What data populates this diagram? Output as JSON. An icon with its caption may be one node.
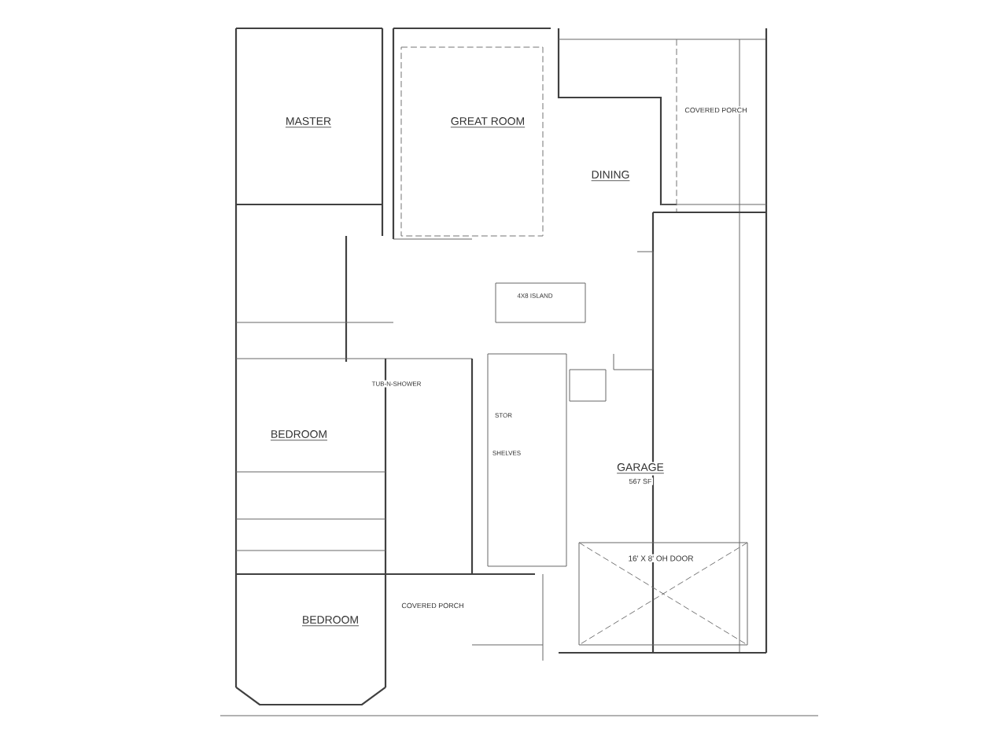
{
  "diagram": {
    "labels": [
      "MASTER",
      "GREAT ROOM",
      "DINING",
      "COVERED PORCH",
      "4X8 ISLAND",
      "TUB-N-SHOWER",
      "BEDROOM",
      "STOR",
      "SHELVES",
      "GARAGE",
      "567 SF",
      "16' X 8' OH DOOR",
      "COVERED PORCH",
      "BEDROOM"
    ]
  }
}
